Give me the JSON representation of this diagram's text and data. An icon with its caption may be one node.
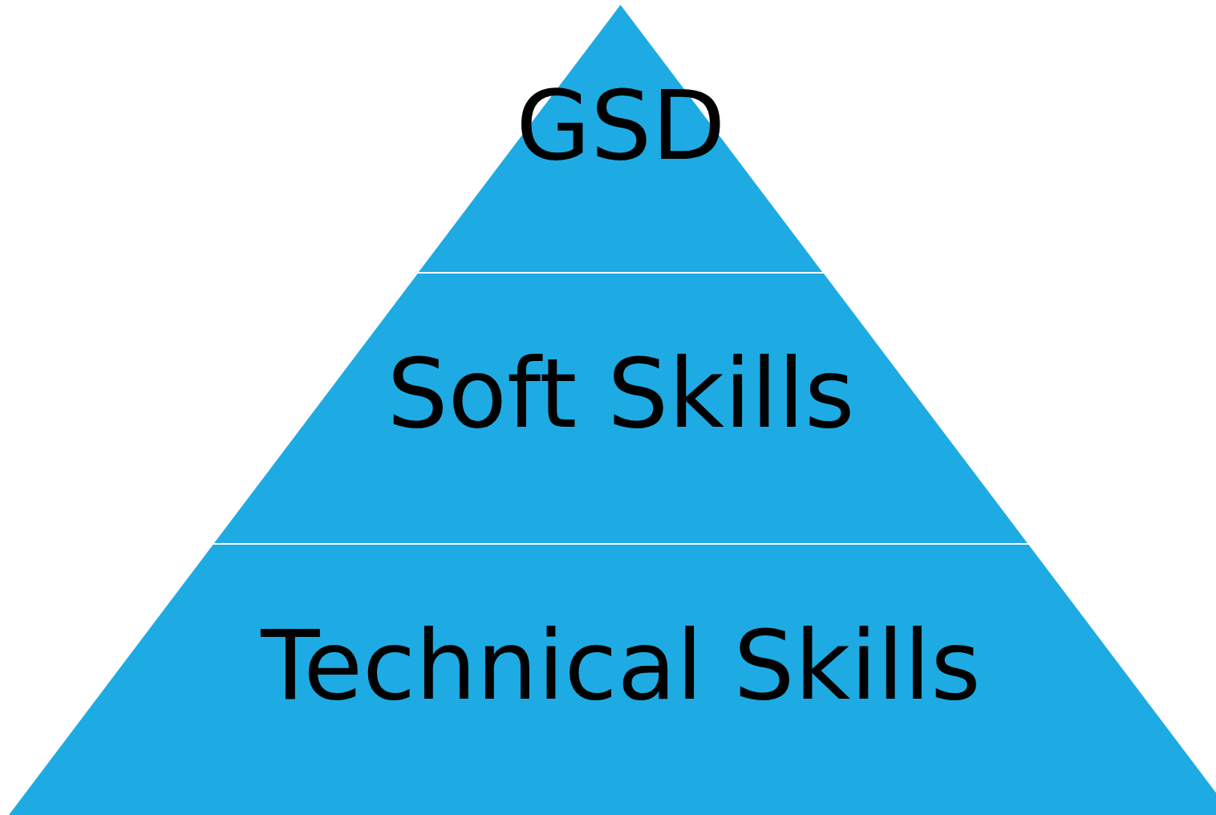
{
  "diagram": {
    "nodes": [
      {
        "text": [
          "GSD"
        ]
      },
      {
        "text": [
          "Soft Skills"
        ]
      },
      {
        "text": [
          "Technical Skills"
        ]
      }
    ]
  }
}
